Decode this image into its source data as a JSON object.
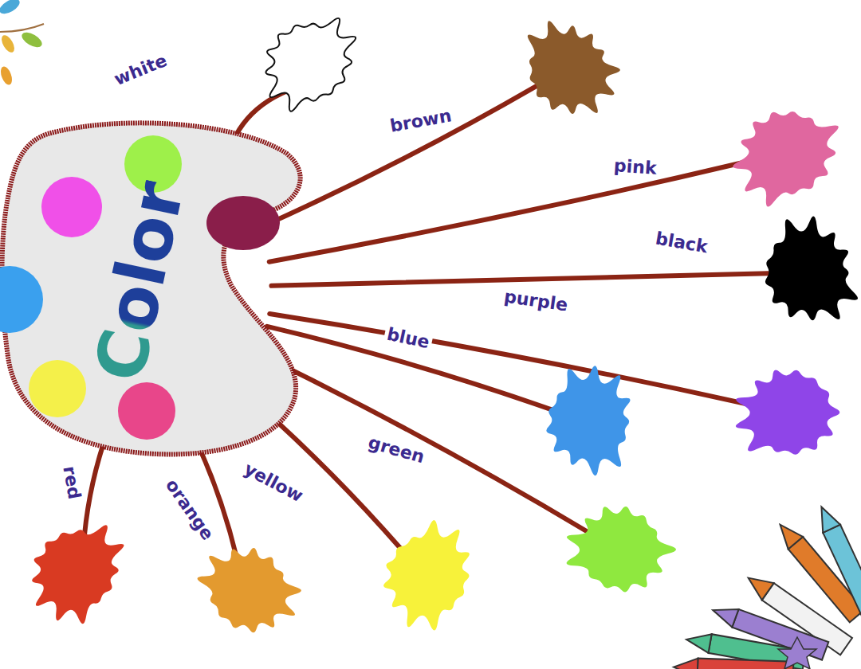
{
  "diagram": {
    "nodes": [
      {
        "text": [
          "Color"
        ]
      },
      {
        "text": [
          "white"
        ]
      },
      {
        "text": [
          "brown"
        ]
      },
      {
        "text": [
          "pink"
        ]
      },
      {
        "text": [
          "black"
        ]
      },
      {
        "text": [
          "purple"
        ]
      },
      {
        "text": [
          "blue"
        ]
      },
      {
        "text": [
          "green"
        ]
      },
      {
        "text": [
          "yellow"
        ]
      },
      {
        "text": [
          "orange"
        ]
      },
      {
        "text": [
          "red"
        ]
      }
    ],
    "edges": [
      {
        "from": 0,
        "to": 1,
        "arrow": "none"
      },
      {
        "from": 0,
        "to": 2,
        "arrow": "none"
      },
      {
        "from": 0,
        "to": 3,
        "arrow": "none"
      },
      {
        "from": 0,
        "to": 4,
        "arrow": "none"
      },
      {
        "from": 0,
        "to": 5,
        "arrow": "none"
      },
      {
        "from": 0,
        "to": 6,
        "arrow": "none"
      },
      {
        "from": 0,
        "to": 7,
        "arrow": "none"
      },
      {
        "from": 0,
        "to": 8,
        "arrow": "none"
      },
      {
        "from": 0,
        "to": 9,
        "arrow": "none"
      },
      {
        "from": 0,
        "to": 10,
        "arrow": "none"
      }
    ]
  }
}
